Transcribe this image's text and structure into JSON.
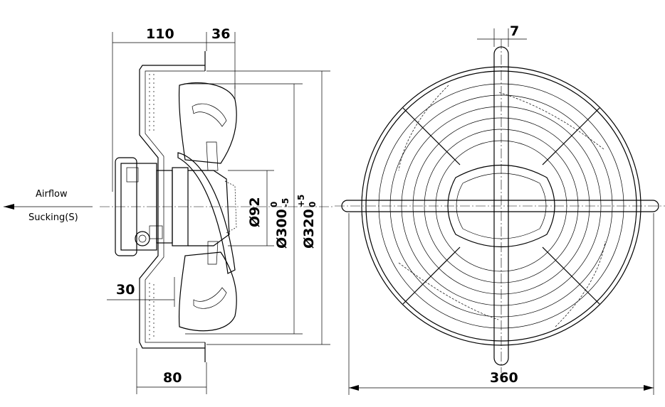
{
  "airflow": {
    "label": "Airflow",
    "mode": "Sucking(S)"
  },
  "dimensions": {
    "depth_total": "110",
    "guard_offset": "36",
    "guard_bar_width": "7",
    "mount_depth": "80",
    "flange_offset": "30",
    "overall_width": "360",
    "hub_diameter": "Ø92",
    "impeller_diameter": "Ø300",
    "impeller_tol_upper": "0",
    "impeller_tol_lower": "-5",
    "guard_diameter": "Ø320",
    "guard_tol_upper": "+5",
    "guard_tol_lower": "0"
  }
}
